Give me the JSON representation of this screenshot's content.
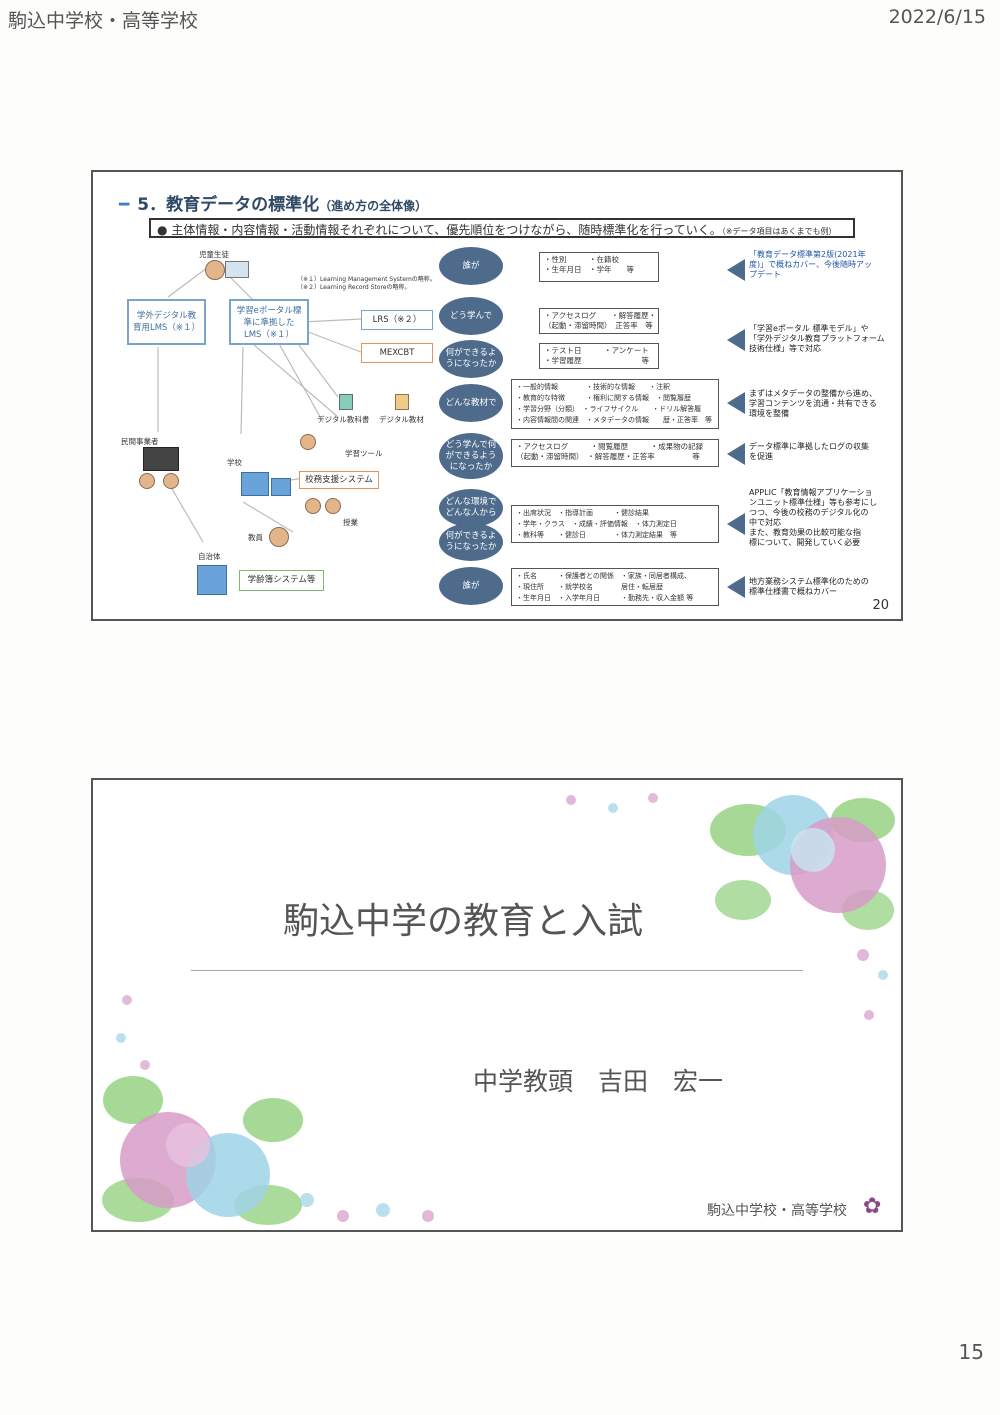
{
  "header": {
    "school": "駒込中学校・高等学校",
    "date": "2022/6/15"
  },
  "page_number": "15",
  "slide1": {
    "title": "5．教育データの標準化",
    "title_sub": "（進め方の全体像）",
    "bullet": "主体情報・内容情報・活動情報それぞれについて、優先順位をつけながら、随時標準化を行っていく。",
    "bullet_note": "（※データ項目はあくまでも例）",
    "slide_number": "20",
    "footnote1": "（※１）Learning Management Systemの略称。",
    "footnote2": "（※２）Learning Record Storeの略称。",
    "left": {
      "student_label": "児童生徒",
      "lms_outside": "学外デジタル教\n育用LMS（※１）",
      "lms_portal": "学習eポータル標\n準に準拠した\nLMS（※１）",
      "lrs": "LRS（※２）",
      "mexcbt": "MEXCBT",
      "digital_textbook": "デジタル教科書",
      "digital_material": "デジタル教材",
      "private_company": "民間事業者",
      "school": "学校",
      "learning_tool": "学習ツール",
      "school_affairs": "校務支援システム",
      "class": "授業",
      "teacher": "教員",
      "municipality": "自治体",
      "registry_system": "学齢簿システム等"
    },
    "rows": [
      {
        "oval": "誰が",
        "box": "・性別　　　・在籍校\n・生年月日　・学年　　等",
        "right": "「教育データ標準第2版(2021年\n度)」で概ねカバー、今後随時アッ\nプデート"
      },
      {
        "oval": "どう学んで",
        "box": "・アクセスログ　　・解答履歴・\n（起動・滞留時間）　正答率　等"
      },
      {
        "oval": "何ができるよ\nうになったか",
        "box": "・テスト日　　　・アンケート\n・学習履歴　　　　　　　　等",
        "right": "「学習eポータル 標準モデル」や\n「学外デジタル教育プラットフォーム\n技術仕様」等で対応"
      },
      {
        "oval": "どんな教材で",
        "box": "・一般的情報　　　　・技術的な情報　　・注釈\n・教育的な特徴　　　・権利に関する情報　・閲覧履歴\n・学習分野（分類）　・ライフサイクル　　・ドリル解答履\n・内容情報間の関連　・メタデータの情報　　歴・正答率　等",
        "right": "まずはメタデータの整備から進め、\n学習コンテンツを流通・共有できる\n環境を整備"
      },
      {
        "oval": "どう学んで何\nができるよう\nになったか",
        "box": "・アクセスログ　　　・閲覧履歴　　　・成果物の記録\n（起動・滞留時間）　・解答履歴・正答率　　　　　等",
        "right": "データ標準に準拠したログの収集\nを促進"
      },
      {
        "oval": "どんな環境で\nどんな人から",
        "box": "・出席状況　・指導計画　　　・健診結果\n・学年・クラス　・成績・評価情報　・体力測定日\n・教科等　　・健診日　　　　・体力測定結果　等",
        "right": "APPLIC「教育情報アプリケーショ\nンユニット標準仕様」等も参考にし\nつつ、今後の校務のデジタル化の\n中で対応\nまた、教育効果の比較可能な指\n標について、開発していく必要"
      },
      {
        "oval": "何ができるよ\nうになったか"
      },
      {
        "oval": "誰が",
        "box": "・氏名　　　・保護者との関係　・家族・同居者構成、\n・現住所　　・就学校名　　　　居住・転居歴\n・生年月日　・入学年月日　　　・勤務先・収入金額 等",
        "right": "地方業務システム標準化のための\n標準仕様書で概ねカバー"
      }
    ]
  },
  "slide2": {
    "title": "駒込中学の教育と入試",
    "presenter": "中学教頭　吉田　宏一",
    "school": "駒込中学校・高等学校"
  }
}
